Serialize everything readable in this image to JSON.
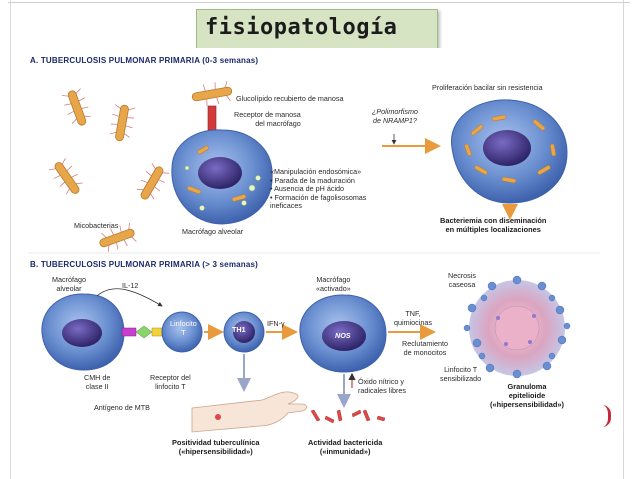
{
  "slide": {
    "title": "fisiopatología"
  },
  "section_a": {
    "title_prefix": "A.",
    "title": "TUBERCULOSIS PULMONAR PRIMARIA (0-3 semanas)",
    "labels": {
      "micobacterias": "Micobacterias",
      "glucolipido": "Glucolípido recubierto de manosa",
      "receptor_line1": "Receptor de manosa",
      "receptor_line2": "del macrófago",
      "polimorfismo_line1": "¿Polimorfismo",
      "polimorfismo_line2": "de NRAMP1?",
      "macrofago_alveolar": "Macrófago alveolar",
      "proliferacion": "Proliferación bacilar sin resistencia",
      "bacteriemia_line1": "Bacteriemia con diseminación",
      "bacteriemia_line2": "en múltiples localizaciones"
    },
    "manipulation_list": [
      "«Manipulación endosómica»",
      "• Parada de la maduración",
      "• Ausencia de pH ácido",
      "• Formación de fagolisosomas",
      "   ineficaces"
    ]
  },
  "section_b": {
    "title_prefix": "B.",
    "title": "TUBERCULOSIS PULMONAR PRIMARIA (> 3 semanas)",
    "labels": {
      "macrofago_alveolar_line1": "Macrófago",
      "macrofago_alveolar_line2": "alveolar",
      "il12": "IL-12",
      "linfocito_line1": "Linfocito",
      "linfocito_line2": "T",
      "th1": "TH1",
      "ifn": "IFN-γ",
      "macrofago_activado_line1": "Macrófago",
      "macrofago_activado_line2": "«activado»",
      "nos": "NOS",
      "tnf_line1": "TNF,",
      "tnf_line2": "quimiocinas",
      "reclutamiento_line1": "Reclutamiento",
      "reclutamiento_line2": "de monocitos",
      "necrosis_line1": "Necrosis",
      "necrosis_line2": "caseosa",
      "cmh_line1": "CMH de",
      "cmh_line2": "clase II",
      "receptor_t_line1": "Receptor del",
      "receptor_t_line2": "linfocito T",
      "antigeno": "Antígeno de MTB",
      "oxido_line1": "Óxido nítrico y",
      "oxido_line2": "radicales libres",
      "linfocito_sens_line1": "Linfocito T",
      "linfocito_sens_line2": "sensibilizado",
      "granuloma_line1": "Granuloma",
      "granuloma_line2": "epitelioide",
      "granuloma_line3": "(«hipersensibilidad»)",
      "positividad_line1": "Positividad tuberculínica",
      "positividad_line2": "(«hipersensibilidad»)",
      "actividad_line1": "Actividad bactericida",
      "actividad_line2": "(«inmunidad»)"
    }
  },
  "colors": {
    "title_box": "#d6e4c4",
    "cell_body": "#6a8fd0",
    "nucleus": "#3a2f7a",
    "bacteria": "#e8a64a",
    "arrow": "#e89a3c",
    "section_title": "#1a2a6b"
  }
}
